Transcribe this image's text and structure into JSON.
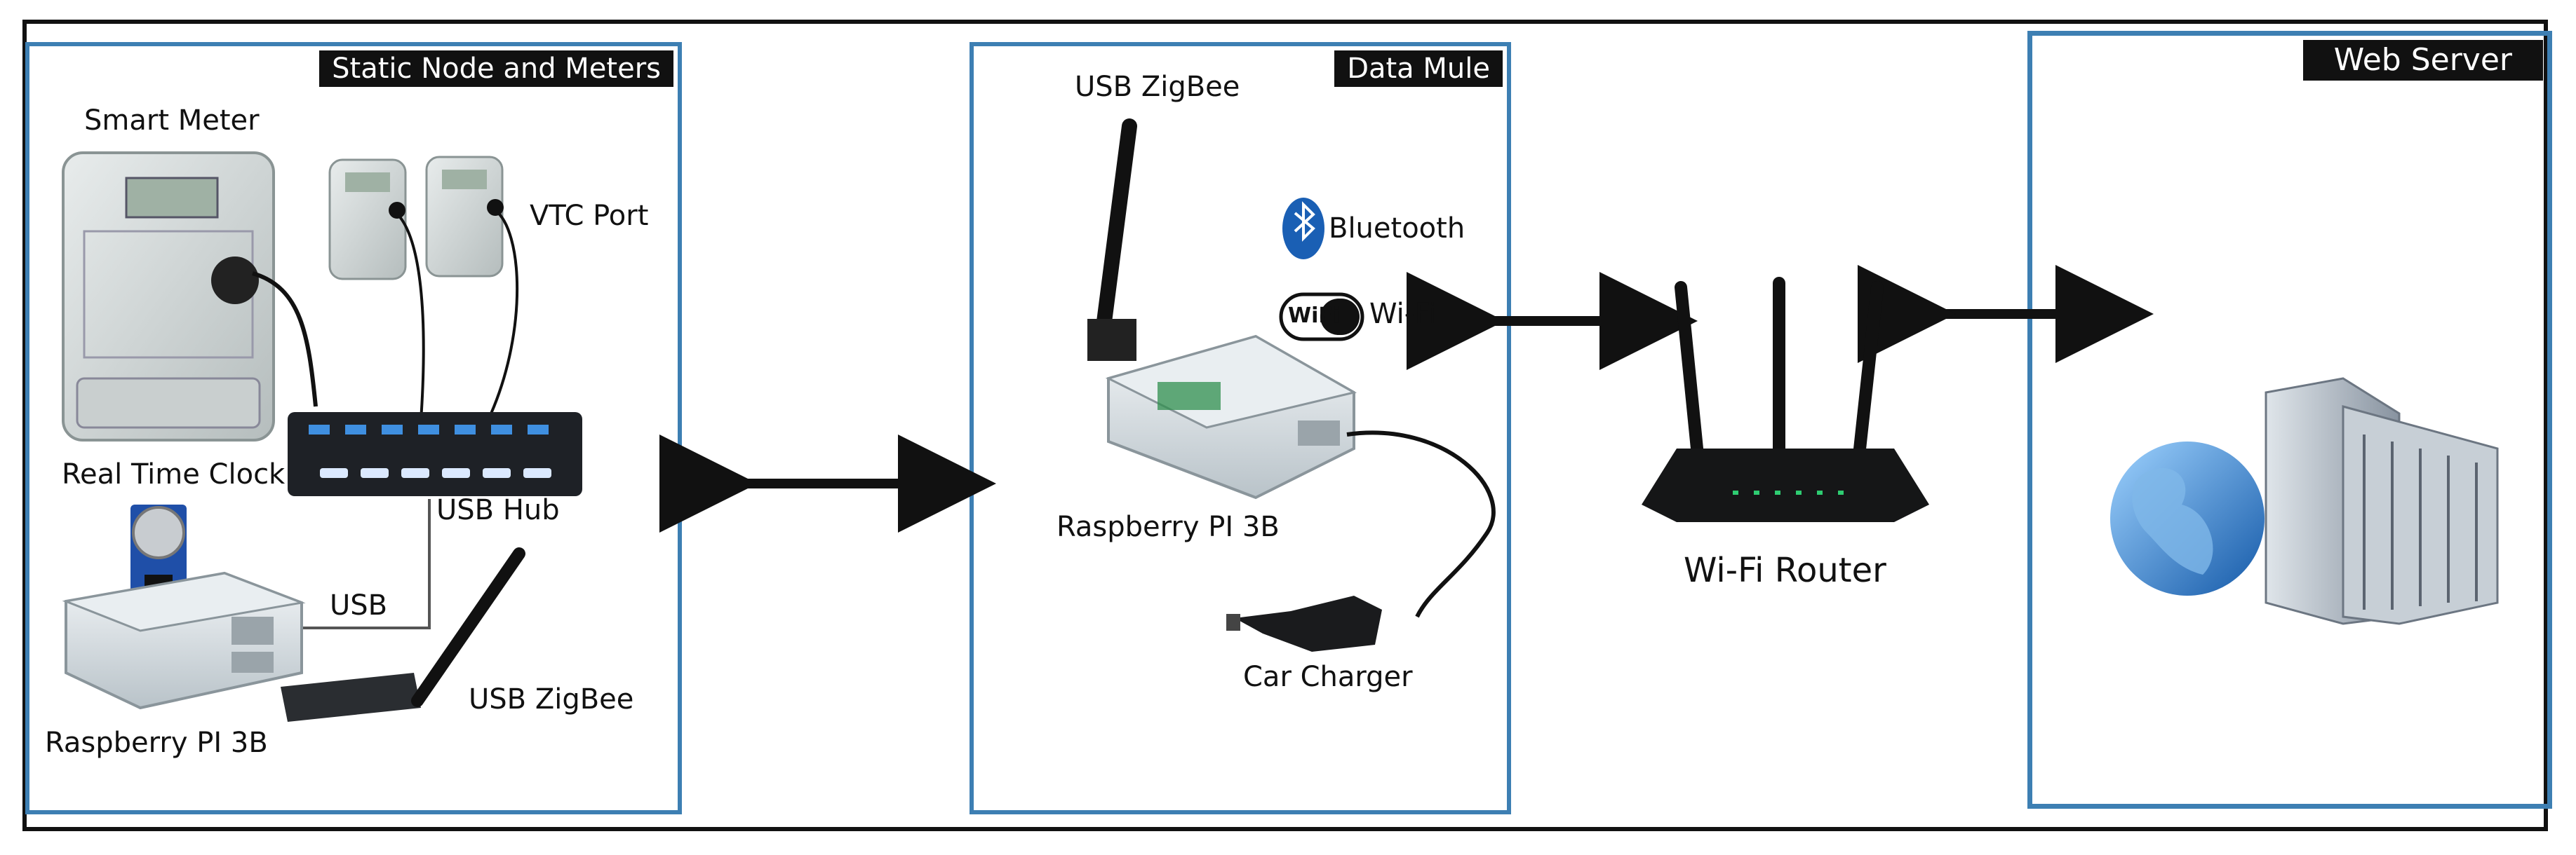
{
  "panels": {
    "static": {
      "title": "Static Node and Meters"
    },
    "mule": {
      "title": "Data Mule"
    },
    "server": {
      "title": "Web Server"
    }
  },
  "labels": {
    "smart_meter": "Smart Meter",
    "vtc_port": "VTC Port",
    "real_time_clock": "Real Time Clock",
    "usb_hub": "USB Hub",
    "usb": "USB",
    "usb_zigbee_static": "USB ZigBee",
    "raspberry_static": "Raspberry PI 3B",
    "usb_zigbee_mule": "USB ZigBee",
    "bluetooth": "Bluetooth",
    "wifi": "Wi-Fi",
    "wifi_logo": "WiFi",
    "raspberry_mule": "Raspberry PI 3B",
    "car_charger": "Car Charger",
    "wifi_router": "Wi-Fi Router"
  },
  "colors": {
    "panel_border": "#3d7fb3",
    "outer_border": "#111111",
    "title_bg": "#111111",
    "title_text": "#ffffff",
    "bluetooth": "#1a5fb4"
  }
}
